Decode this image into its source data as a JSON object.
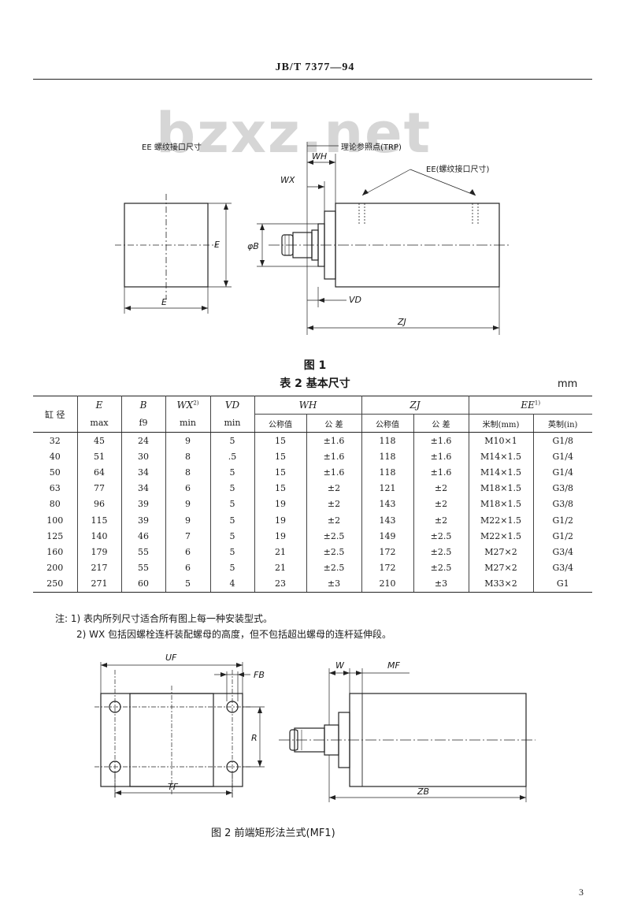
{
  "header": {
    "standard_no": "JB/T 7377—94"
  },
  "watermark": "bzxz.net",
  "figure1": {
    "ee_title": "EE 螺纹接口尺寸",
    "trp_label": "理论参照点(TRP)",
    "ee_label": "EE(螺纹接口尺寸)",
    "wh": "WH",
    "wx": "WX",
    "e": "E",
    "phi_b": "φB",
    "vd": "VD",
    "zj": "ZJ",
    "caption": "图 1"
  },
  "table": {
    "caption": "表 2  基本尺寸",
    "unit": "mm",
    "headers": {
      "bore": "缸  径",
      "e": "E",
      "e_sub": "max",
      "b": "B",
      "b_sub": "f9",
      "wx": "WX",
      "wx_sup": "2)",
      "wx_sub": "min",
      "vd": "VD",
      "vd_sub": "min",
      "wh": "WH",
      "zj": "ZJ",
      "ee": "EE",
      "ee_sup": "1)",
      "nominal": "公称值",
      "tolerance": "公  差",
      "metric": "米制(mm)",
      "imperial": "英制(in)"
    },
    "rows": [
      [
        "32",
        "45",
        "24",
        "9",
        "5",
        "15",
        "±1.6",
        "118",
        "±1.6",
        "M10×1",
        "G1/8"
      ],
      [
        "40",
        "51",
        "30",
        "8",
        ".5",
        "15",
        "±1.6",
        "118",
        "±1.6",
        "M14×1.5",
        "G1/4"
      ],
      [
        "50",
        "64",
        "34",
        "8",
        "5",
        "15",
        "±1.6",
        "118",
        "±1.6",
        "M14×1.5",
        "G1/4"
      ],
      [
        "63",
        "77",
        "34",
        "6",
        "5",
        "15",
        "±2",
        "121",
        "±2",
        "M18×1.5",
        "G3/8"
      ],
      [
        "80",
        "96",
        "39",
        "9",
        "5",
        "19",
        "±2",
        "143",
        "±2",
        "M18×1.5",
        "G3/8"
      ],
      [
        "100",
        "115",
        "39",
        "9",
        "5",
        "19",
        "±2",
        "143",
        "±2",
        "M22×1.5",
        "G1/2"
      ],
      [
        "125",
        "140",
        "46",
        "7",
        "5",
        "19",
        "±2.5",
        "149",
        "±2.5",
        "M22×1.5",
        "G1/2"
      ],
      [
        "160",
        "179",
        "55",
        "6",
        "5",
        "21",
        "±2.5",
        "172",
        "±2.5",
        "M27×2",
        "G3/4"
      ],
      [
        "200",
        "217",
        "55",
        "6",
        "5",
        "21",
        "±2.5",
        "172",
        "±2.5",
        "M27×2",
        "G3/4"
      ],
      [
        "250",
        "271",
        "60",
        "5",
        "4",
        "23",
        "±3",
        "210",
        "±3",
        "M33×2",
        "G1"
      ]
    ]
  },
  "notes": {
    "n1": "注: 1) 表内所列尺寸适合所有图上每一种安装型式。",
    "n2": "2) WX 包括因螺栓连杆装配螺母的高度，但不包括超出螺母的连杆延伸段。"
  },
  "figure2": {
    "uf": "UF",
    "fb": "FB",
    "r": "R",
    "tf": "TF",
    "w": "W",
    "mf": "MF",
    "zb": "ZB",
    "caption": "图 2   前端矩形法兰式(MF1)"
  },
  "page_number": "3"
}
